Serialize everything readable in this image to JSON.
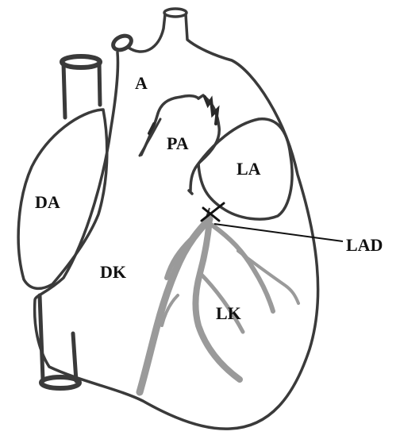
{
  "colors": {
    "outline": "#3a3a3a",
    "vessel": "#9a9a9a",
    "label": "#111111",
    "background": "#ffffff"
  },
  "labels": {
    "aorta": "A",
    "pulmonary_artery": "PA",
    "left_atrium": "LA",
    "right_atrium": "DA",
    "right_ventricle": "DK",
    "left_ventricle": "LK",
    "lad": "LAD"
  },
  "markers": {
    "ligation": "x-mark-icon"
  }
}
